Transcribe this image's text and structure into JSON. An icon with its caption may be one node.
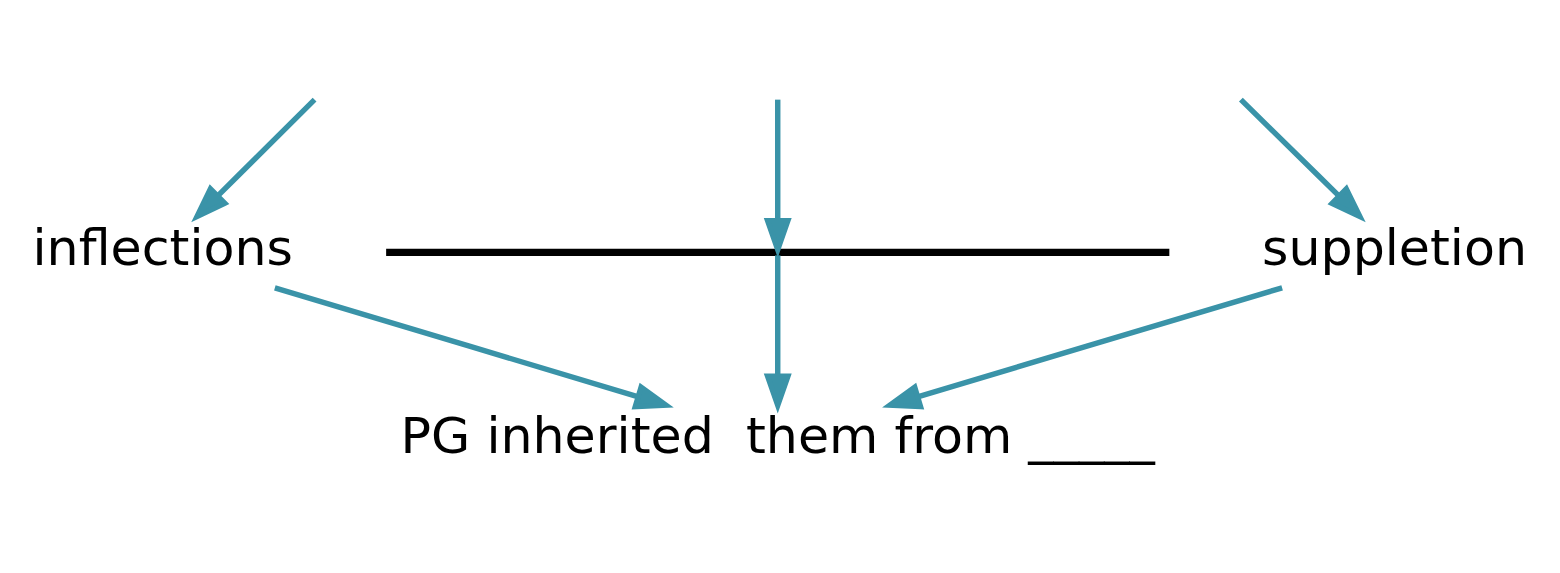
{
  "diagram": {
    "nodes": [
      {
        "text": [
          "inflections"
        ]
      },
      {
        "text": [],
        "shape": "line"
      },
      {
        "text": [
          "suppletion"
        ]
      },
      {
        "text": [
          "PG inherited  them from _____"
        ]
      }
    ],
    "edges": [
      {
        "from": null,
        "to": 0,
        "arrow": "to",
        "color": "#3a93a8"
      },
      {
        "from": null,
        "to": 1,
        "arrow": "to",
        "color": "#3a93a8"
      },
      {
        "from": null,
        "to": 2,
        "arrow": "to",
        "color": "#3a93a8"
      },
      {
        "from": 0,
        "to": 3,
        "arrow": "to",
        "color": "#3a93a8"
      },
      {
        "from": 1,
        "to": 3,
        "arrow": "to",
        "color": "#3a93a8"
      },
      {
        "from": 2,
        "to": 3,
        "arrow": "to",
        "color": "#3a93a8"
      }
    ]
  }
}
